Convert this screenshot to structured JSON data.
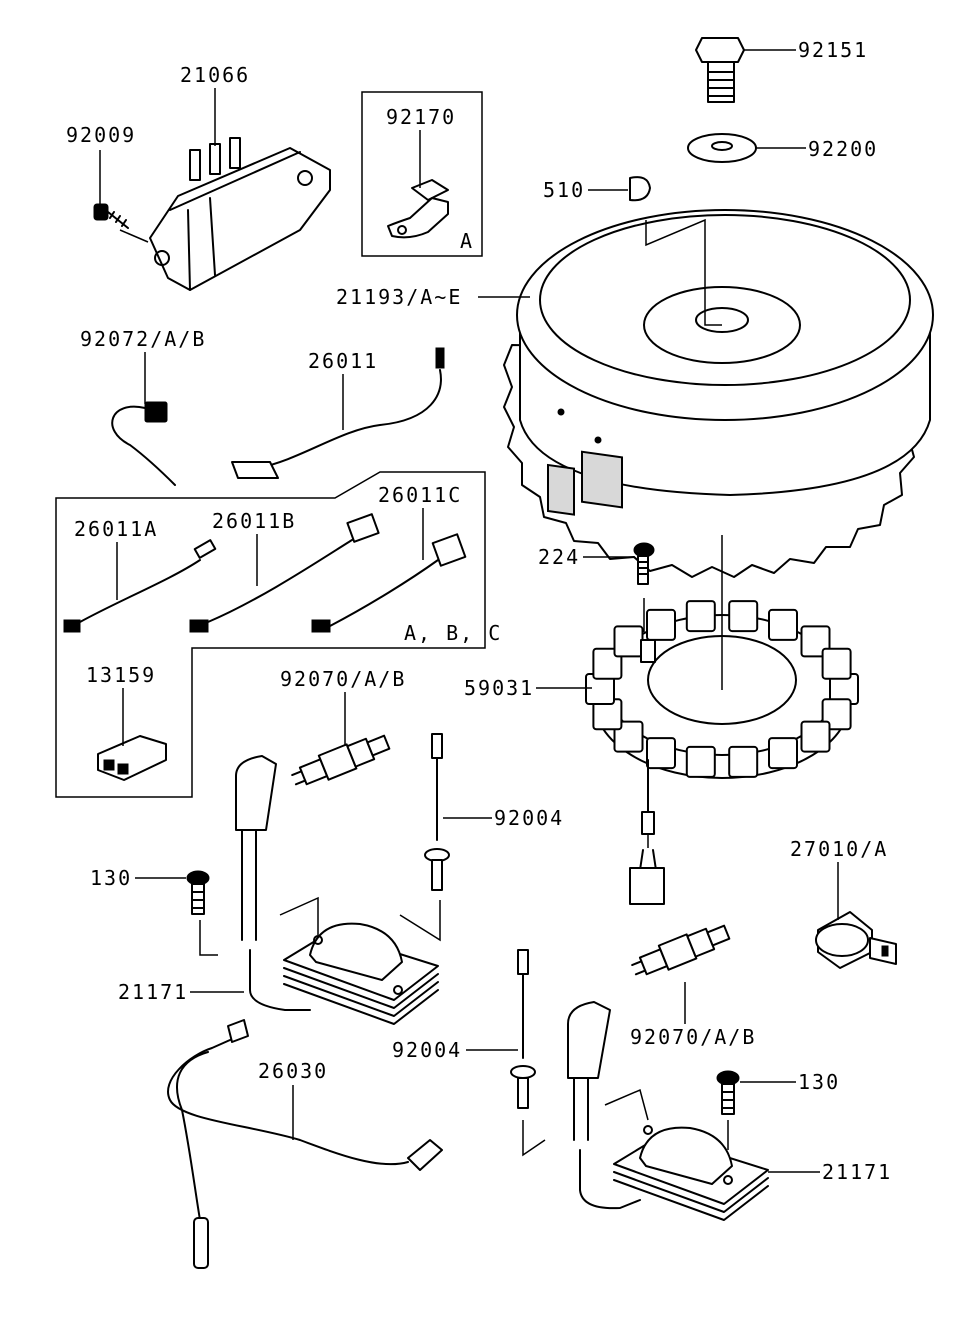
{
  "callouts": {
    "c92151": "92151",
    "c92200": "92200",
    "c510": "510",
    "c21193": "21193/A~E",
    "c21066": "21066",
    "c92009": "92009",
    "c92170": "92170",
    "c92170_variant": "A",
    "c92072": "92072/A/B",
    "c26011": "26011",
    "c26011A": "26011A",
    "c26011B": "26011B",
    "c26011C": "26011C",
    "c26011_variants": "A, B, C",
    "c13159": "13159",
    "c224": "224",
    "c59031": "59031",
    "c92070_top": "92070/A/B",
    "c92004_top": "92004",
    "c130_left": "130",
    "c27010": "27010/A",
    "c21171_left": "21171",
    "c92004_bottom": "92004",
    "c92070_bottom": "92070/A/B",
    "c26030": "26030",
    "c130_right": "130",
    "c21171_right": "21171"
  }
}
